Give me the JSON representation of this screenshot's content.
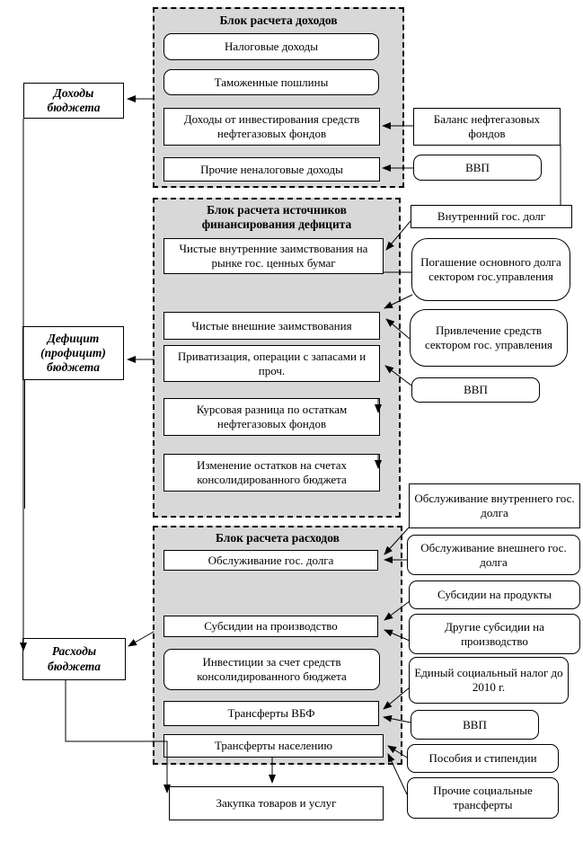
{
  "left_column": {
    "incomes": "Доходы бюджета",
    "deficit": "Дефицит (профицит) бюджета",
    "expenses": "Расходы бюджета"
  },
  "block1": {
    "title": "Блок расчета доходов",
    "items": [
      "Налоговые доходы",
      "Таможенные пошлины",
      "Доходы от инвестирования средств нефтегазовых фондов",
      "Прочие неналоговые доходы"
    ]
  },
  "block1_right": [
    "Баланс нефтегазовых фондов",
    "ВВП"
  ],
  "block2": {
    "title": "Блок расчета источников финансирования дефицита",
    "items": [
      "Чистые внутренние заимствования на рынке гос. ценных бумаг",
      "Чистые внешние заимствования",
      "Приватизация, операции с запасами и проч.",
      "Курсовая разница по остаткам нефтегазовых фондов",
      "Изменение остатков на счетах консолидированного бюджета"
    ]
  },
  "block2_right": [
    "Внутренний гос. долг",
    "Погашение основного долга сектором гос.управления",
    "Привлечение средств сектором гос. управления",
    "ВВП"
  ],
  "block3": {
    "title": "Блок расчета расходов",
    "items": [
      "Обслуживание гос. долга",
      "Субсидии на производство",
      "Инвестиции за счет средств консолидированного бюджета",
      "Трансферты ВБФ",
      "Трансферты населению"
    ]
  },
  "block3_right": [
    "Обслуживание внутреннего гос. долга",
    "Обслуживание внешнего гос. долга",
    "Субсидии на продукты",
    "Другие субсидии на производство",
    "Единый социальный налог до 2010 г.",
    "ВВП",
    "Пособия и стипендии",
    "Прочие социальные трансферты"
  ],
  "bottom": {
    "purchase": "Закупка товаров и услуг"
  },
  "colors": {
    "block_fill": "#d8d8d8",
    "box_fill": "#ffffff",
    "line": "#000000"
  }
}
